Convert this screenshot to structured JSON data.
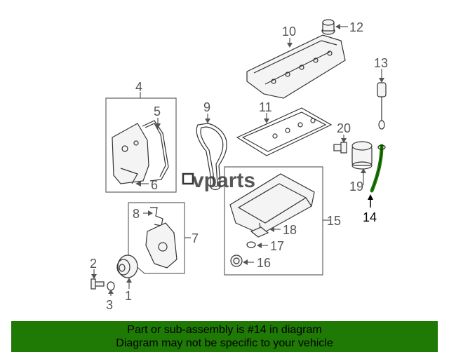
{
  "watermark": "vparts",
  "callouts": {
    "c1": "1",
    "c2": "2",
    "c3": "3",
    "c4": "4",
    "c5": "5",
    "c6": "6",
    "c7": "7",
    "c8": "8",
    "c9": "9",
    "c10": "10",
    "c11": "11",
    "c12": "12",
    "c13": "13",
    "c14": "14",
    "c15": "15",
    "c16": "16",
    "c17": "17",
    "c18": "18",
    "c19": "19",
    "c20": "20"
  },
  "highlight_part": "14",
  "colors": {
    "banner": "#1f7a05",
    "highlight": "#1f7a05"
  },
  "banner": {
    "line1": "Part or sub-assembly is #14 in diagram",
    "line2": "Diagram may not be specific to your vehicle"
  }
}
